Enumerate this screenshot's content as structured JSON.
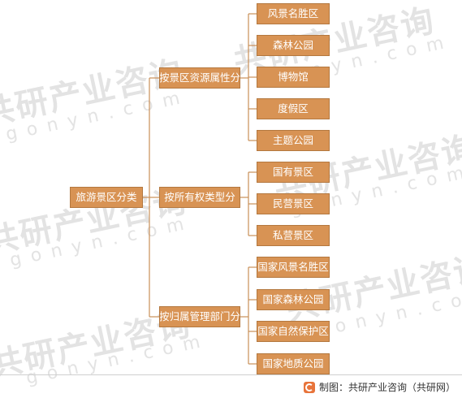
{
  "colors": {
    "node_fill": "#d89354",
    "node_border": "#b4783f",
    "node_text": "#ffffff",
    "connector": "#c98f58",
    "watermark": "#e3e3e3"
  },
  "watermark": {
    "cn": "共研产业咨询",
    "en": "gonyn.com"
  },
  "diagram": {
    "root": {
      "label": "旅游景区分类"
    },
    "groups": [
      {
        "label": "按景区资源属性分",
        "children": [
          {
            "label": "风景名胜区"
          },
          {
            "label": "森林公园"
          },
          {
            "label": "博物馆"
          },
          {
            "label": "度假区"
          },
          {
            "label": "主题公园"
          }
        ]
      },
      {
        "label": "按所有权类型分",
        "children": [
          {
            "label": "国有景区"
          },
          {
            "label": "民营景区"
          },
          {
            "label": "私营景区"
          }
        ]
      },
      {
        "label": "按归属管理部门分",
        "children": [
          {
            "label": "国家风景名胜区"
          },
          {
            "label": "国家森林公园"
          },
          {
            "label": "国家自然保护区"
          },
          {
            "label": "国家地质公园"
          }
        ]
      }
    ]
  },
  "footer": {
    "source": "制图：共研产业咨询（共研网）",
    "logo_icon": "gonyn-logo-icon"
  }
}
